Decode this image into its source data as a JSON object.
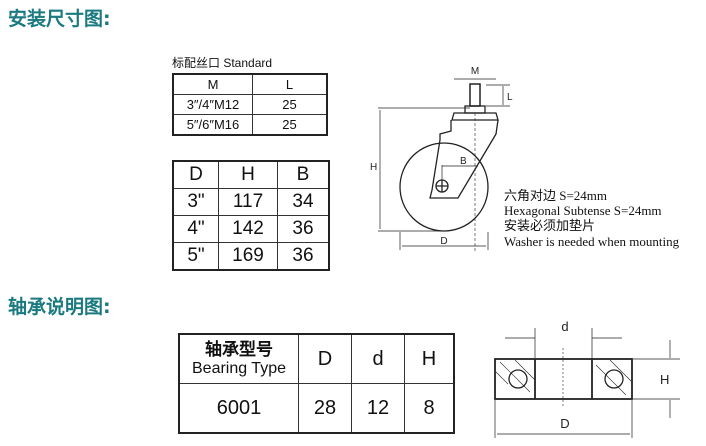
{
  "section1_title": "安装尺寸图:",
  "section2_title": "轴承说明图:",
  "thread_table": {
    "caption": "标配丝口 Standard",
    "headers": [
      "M",
      "L"
    ],
    "rows": [
      [
        "3″/4″M12",
        "25"
      ],
      [
        "5″/6″M16",
        "25"
      ]
    ]
  },
  "size_table": {
    "headers": [
      "D",
      "H",
      "B"
    ],
    "rows": [
      [
        "3\"",
        "117",
        "34"
      ],
      [
        "4\"",
        "142",
        "36"
      ],
      [
        "5\"",
        "169",
        "36"
      ]
    ]
  },
  "caster_labels": {
    "m": "M",
    "l": "L",
    "h": "H",
    "b": "B",
    "d": "D"
  },
  "notes": [
    "六角对边 S=24mm",
    "Hexagonal Subtense S=24mm",
    "安装必须加垫片",
    "Washer is needed when mounting"
  ],
  "bearing_table": {
    "header_cn": "轴承型号",
    "header_en": "Bearing Type",
    "headers": [
      "D",
      "d",
      "H"
    ],
    "row": [
      "6001",
      "28",
      "12",
      "8"
    ]
  },
  "bearing_labels": {
    "d_small": "d",
    "h": "H",
    "d_big": "D"
  }
}
